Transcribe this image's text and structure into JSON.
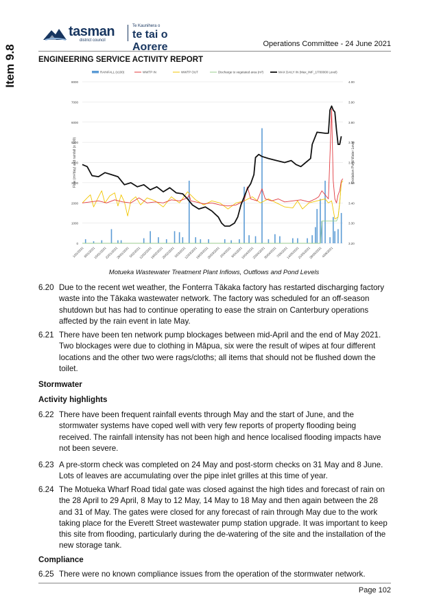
{
  "side_tag": "Item 9.8",
  "logo": {
    "brand": "tasman",
    "council": "district council",
    "maori_small": "Te Kaunihera o",
    "maori": "te tai o Aorere"
  },
  "meeting": "Operations Committee - 24 June 2021",
  "report_title": "ENGINEERING SERVICE ACTIVITY REPORT",
  "caption": "Motueka Wastewater Treatment Plant Inflows, Outflows and Pond Levels",
  "paragraphs": [
    {
      "num": "6.20",
      "text": "Due to the recent wet weather, the Fonterra Tākaka factory has restarted discharging factory waste into the Tākaka wastewater network. The factory was scheduled for an off-season shutdown but has had to continue operating to ease the strain on Canterbury operations affected by the rain event in late May."
    },
    {
      "num": "6.21",
      "text": "There have been ten network pump blockages between mid-April and the end of May 2021. Two blockages were due to clothing in Māpua, six were the result of wipes at four different locations and the other two were rags/cloths; all items that should not be flushed down the toilet."
    },
    {
      "num": "6.22",
      "text": "There have been frequent rainfall events through May and the start of June, and the stormwater systems have coped well with very few reports of property flooding being received.  The rainfall intensity has not been high and hence localised flooding impacts have not been severe."
    },
    {
      "num": "6.23",
      "text": "A pre-storm check was completed on 24 May and post-storm checks on 31 May and 8 June.  Lots of leaves are accumulating over the pipe inlet grilles at this time of year."
    },
    {
      "num": "6.24",
      "text": "The Motueka Wharf Road tidal gate was closed against the high tides and forecast of rain on the 28 April to 29 April, 8 May to 12 May, 14 May to 18 May and then again between the 28 and 31 of May.  The gates were closed for any forecast of rain through May due to the work taking place for the Everett Street wastewater pump station upgrade. It was important to keep this site from flooding, particularly during the de-watering of the site and the installation of the new storage tank."
    },
    {
      "num": "6.25",
      "text": "There were no known compliance issues from the operation of the stormwater network."
    }
  ],
  "headings": {
    "stormwater": "Stormwater",
    "activity": "Activity highlights",
    "compliance": "Compliance"
  },
  "page_label": "Page 102",
  "chart_data": {
    "type": "line",
    "legend": [
      "RAINFALL (x100)",
      "WWTP IN",
      "WWTP OUT",
      "Discharge to vegetated area (m³)",
      "MAX DAILY IN (Max_IMF_1/700000 Level)"
    ],
    "colors": {
      "rain": "#5b9bd5",
      "in": "#e0383e",
      "out": "#f2c500",
      "veg": "#9acd8c",
      "level": "#111111"
    },
    "ylabel": "Flow (m³/day) and rainfall (x 100)",
    "y2label": "Oxidation Pond Water Level",
    "ylim": [
      0,
      8000
    ],
    "y2lim": [
      3.2,
      4.0
    ],
    "yticks": [
      "0",
      "1000",
      "2000",
      "3000",
      "4000",
      "5000",
      "6000",
      "7000",
      "8000"
    ],
    "y2ticks": [
      "3.20",
      "3.30",
      "3.40",
      "3.50",
      "3.60",
      "3.70",
      "3.80",
      "3.90",
      "4.00"
    ],
    "xticks": [
      "1/01/2021",
      "8/01/2021",
      "15/01/2021",
      "22/01/2021",
      "29/01/2021",
      "5/02/2021",
      "12/02/2021",
      "19/02/2021",
      "26/02/2021",
      "5/03/2021",
      "12/03/2021",
      "19/03/2021",
      "26/03/2021",
      "2/04/2021",
      "9/04/2021",
      "16/04/2021",
      "23/04/2021",
      "30/04/2021",
      "7/05/2021",
      "14/05/2021",
      "21/05/2021",
      "28/05/2021",
      "4/06/2021"
    ],
    "days": 162,
    "rain": [
      [
        2,
        200
      ],
      [
        7,
        100
      ],
      [
        12,
        150
      ],
      [
        18,
        700
      ],
      [
        22,
        150
      ],
      [
        24,
        150
      ],
      [
        38,
        250
      ],
      [
        42,
        600
      ],
      [
        47,
        300
      ],
      [
        52,
        200
      ],
      [
        57,
        600
      ],
      [
        60,
        550
      ],
      [
        62,
        300
      ],
      [
        66,
        3100
      ],
      [
        70,
        300
      ],
      [
        73,
        200
      ],
      [
        78,
        200
      ],
      [
        88,
        200
      ],
      [
        92,
        150
      ],
      [
        97,
        200
      ],
      [
        100,
        2800
      ],
      [
        103,
        400
      ],
      [
        107,
        350
      ],
      [
        111,
        5700
      ],
      [
        115,
        200
      ],
      [
        119,
        450
      ],
      [
        122,
        350
      ],
      [
        130,
        250
      ],
      [
        133,
        250
      ],
      [
        139,
        250
      ],
      [
        142,
        400
      ],
      [
        144,
        800
      ],
      [
        145,
        1700
      ],
      [
        147,
        2200
      ],
      [
        148,
        1100
      ],
      [
        150,
        3100
      ],
      [
        153,
        300
      ],
      [
        155,
        1300
      ],
      [
        156,
        600
      ],
      [
        158,
        700
      ],
      [
        160,
        1500
      ]
    ],
    "wwtp_in": [
      [
        0,
        2000
      ],
      [
        5,
        2050
      ],
      [
        10,
        2100
      ],
      [
        15,
        2000
      ],
      [
        20,
        2150
      ],
      [
        25,
        2050
      ],
      [
        30,
        2000
      ],
      [
        35,
        2250
      ],
      [
        40,
        2000
      ],
      [
        45,
        2050
      ],
      [
        50,
        2000
      ],
      [
        55,
        2150
      ],
      [
        60,
        2100
      ],
      [
        65,
        2250
      ],
      [
        66,
        2400
      ],
      [
        67,
        2100
      ],
      [
        70,
        2050
      ],
      [
        75,
        1950
      ],
      [
        80,
        2000
      ],
      [
        85,
        1900
      ],
      [
        90,
        1850
      ],
      [
        95,
        1900
      ],
      [
        100,
        2100
      ],
      [
        102,
        2800
      ],
      [
        104,
        2200
      ],
      [
        108,
        2100
      ],
      [
        111,
        2700
      ],
      [
        113,
        2200
      ],
      [
        117,
        2100
      ],
      [
        121,
        2200
      ],
      [
        125,
        2050
      ],
      [
        130,
        2100
      ],
      [
        135,
        2150
      ],
      [
        140,
        2050
      ],
      [
        144,
        2200
      ],
      [
        146,
        2300
      ],
      [
        148,
        2600
      ],
      [
        150,
        2400
      ],
      [
        152,
        2200
      ],
      [
        154,
        6650
      ],
      [
        155,
        3100
      ],
      [
        156,
        2200
      ],
      [
        157,
        2000
      ],
      [
        158,
        2400
      ],
      [
        159,
        2600
      ],
      [
        160,
        3100
      ],
      [
        161,
        3200
      ]
    ],
    "wwtp_out": [
      [
        0,
        2000
      ],
      [
        3,
        2250
      ],
      [
        5,
        2400
      ],
      [
        7,
        1800
      ],
      [
        10,
        2300
      ],
      [
        12,
        2600
      ],
      [
        14,
        2000
      ],
      [
        17,
        2350
      ],
      [
        20,
        2500
      ],
      [
        22,
        1850
      ],
      [
        24,
        2400
      ],
      [
        26,
        2050
      ],
      [
        28,
        1350
      ],
      [
        30,
        2100
      ],
      [
        33,
        2300
      ],
      [
        36,
        1900
      ],
      [
        40,
        2250
      ],
      [
        45,
        2100
      ],
      [
        50,
        1800
      ],
      [
        55,
        2300
      ],
      [
        60,
        2000
      ],
      [
        65,
        2550
      ],
      [
        70,
        2150
      ],
      [
        75,
        1900
      ],
      [
        80,
        2100
      ],
      [
        85,
        2000
      ],
      [
        90,
        1700
      ],
      [
        95,
        2000
      ],
      [
        100,
        2100
      ],
      [
        105,
        2300
      ],
      [
        110,
        2000
      ],
      [
        115,
        2200
      ],
      [
        120,
        2000
      ],
      [
        125,
        1800
      ],
      [
        130,
        1750
      ],
      [
        133,
        2100
      ],
      [
        136,
        1700
      ],
      [
        140,
        2000
      ],
      [
        145,
        2100
      ],
      [
        150,
        2200
      ],
      [
        152,
        2000
      ],
      [
        154,
        2100
      ],
      [
        156,
        1200
      ],
      [
        158,
        1300
      ],
      [
        159,
        2000
      ],
      [
        160,
        3000
      ],
      [
        161,
        3100
      ]
    ],
    "discharge_veg": [
      [
        0,
        0
      ],
      [
        147,
        0
      ],
      [
        148,
        1100
      ],
      [
        157,
        1100
      ],
      [
        158,
        1300
      ],
      [
        159,
        2000
      ],
      [
        160,
        3000
      ],
      [
        161,
        3100
      ]
    ],
    "level": [
      [
        0,
        3.59
      ],
      [
        3,
        3.58
      ],
      [
        6,
        3.535
      ],
      [
        10,
        3.53
      ],
      [
        14,
        3.55
      ],
      [
        18,
        3.54
      ],
      [
        22,
        3.53
      ],
      [
        26,
        3.49
      ],
      [
        30,
        3.5
      ],
      [
        34,
        3.48
      ],
      [
        38,
        3.49
      ],
      [
        42,
        3.465
      ],
      [
        46,
        3.48
      ],
      [
        50,
        3.455
      ],
      [
        54,
        3.475
      ],
      [
        58,
        3.45
      ],
      [
        62,
        3.445
      ],
      [
        65,
        3.42
      ],
      [
        68,
        3.39
      ],
      [
        72,
        3.37
      ],
      [
        76,
        3.38
      ],
      [
        80,
        3.36
      ],
      [
        84,
        3.33
      ],
      [
        86,
        3.3
      ],
      [
        88,
        3.285
      ],
      [
        91,
        3.285
      ],
      [
        94,
        3.3
      ],
      [
        96,
        3.33
      ],
      [
        98,
        3.39
      ],
      [
        100,
        3.43
      ],
      [
        102,
        3.47
      ],
      [
        104,
        3.495
      ],
      [
        106,
        3.54
      ],
      [
        107,
        3.625
      ],
      [
        109,
        3.64
      ],
      [
        111,
        3.63
      ],
      [
        115,
        3.62
      ],
      [
        120,
        3.61
      ],
      [
        125,
        3.6
      ],
      [
        129,
        3.61
      ],
      [
        132,
        3.59
      ],
      [
        135,
        3.58
      ],
      [
        138,
        3.6
      ],
      [
        141,
        3.62
      ],
      [
        142,
        3.69
      ],
      [
        145,
        3.75
      ],
      [
        150,
        3.745
      ],
      [
        152,
        3.745
      ],
      [
        153,
        3.86
      ],
      [
        154,
        3.88
      ],
      [
        155,
        3.86
      ],
      [
        156,
        3.85
      ],
      [
        157,
        3.76
      ],
      [
        158,
        3.69
      ],
      [
        159,
        3.69
      ],
      [
        160,
        3.73
      ]
    ]
  }
}
